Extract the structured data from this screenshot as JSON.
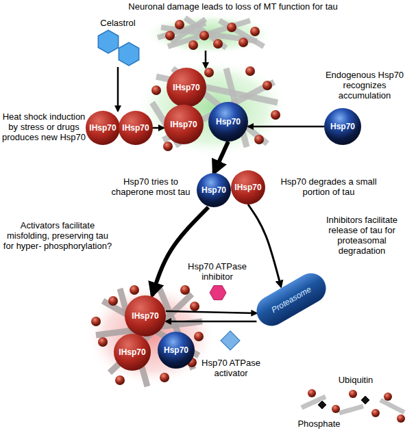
{
  "diagram": {
    "nodes": [
      {
        "text": [
          "Neuronal damage leads to loss of MT function for tau"
        ]
      },
      {
        "text": [
          "Celastrol"
        ]
      },
      {
        "text": [
          "IHsp70"
        ]
      },
      {
        "text": [
          "IHsp70"
        ]
      },
      {
        "text": [
          "IHsp70"
        ]
      },
      {
        "text": [
          "IHsp70"
        ]
      },
      {
        "text": [
          "Hsp70"
        ]
      },
      {
        "text": [
          "Hsp70"
        ]
      },
      {
        "text": [
          "Hsp70"
        ]
      },
      {
        "text": [
          "IHsp70"
        ]
      },
      {
        "text": [
          "IHsp70"
        ]
      },
      {
        "text": [
          "IHsp70"
        ]
      },
      {
        "text": [
          "Hsp70"
        ]
      },
      {
        "text": [
          "Proteasome"
        ]
      }
    ],
    "edges": [
      {
        "from": 0,
        "to": 4,
        "arrow": "to"
      },
      {
        "from": 1,
        "to": 2,
        "arrow": "to"
      },
      {
        "from": 3,
        "to": 5,
        "arrow": "to"
      },
      {
        "from": 7,
        "to": 6,
        "arrow": "to"
      },
      {
        "from": 6,
        "to": 8,
        "arrow": "to"
      },
      {
        "from": 8,
        "to": 10,
        "arrow": "to"
      },
      {
        "from": 9,
        "to": 13,
        "arrow": "to"
      },
      {
        "from": 10,
        "to": 13,
        "arrow": "to"
      },
      {
        "from": 13,
        "to": 10,
        "arrow": "to"
      }
    ],
    "labels": [
      "Heat shock induction by stress or drugs produces new Hsp70",
      "Endogenous Hsp70 recognizes accumulation",
      "Hsp70 tries to chaperone most tau",
      "Hsp70 degrades a small portion of tau",
      "Activators facilitate misfolding, preserving tau for hyper- phosphorylation?",
      "Hsp70 ATPase inhibitor",
      "Inhibitors facilitate release of tau for proteasomal degradation",
      "Hsp70 ATPase activator",
      "Ubiquitin",
      "Phosphate"
    ]
  }
}
